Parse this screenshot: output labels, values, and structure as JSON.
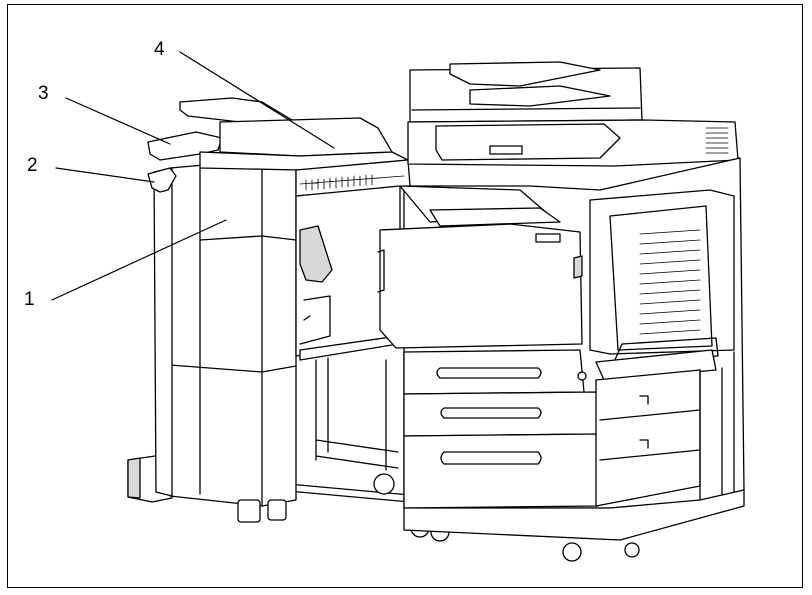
{
  "callouts": [
    {
      "id": "callout-1",
      "number": "1"
    },
    {
      "id": "callout-2",
      "number": "2"
    },
    {
      "id": "callout-3",
      "number": "3"
    },
    {
      "id": "callout-4",
      "number": "4"
    }
  ],
  "colors": {
    "line": "#000000",
    "body": "#ffffff",
    "shade": "#d8d8d8",
    "dark": "#9a9a9a"
  }
}
